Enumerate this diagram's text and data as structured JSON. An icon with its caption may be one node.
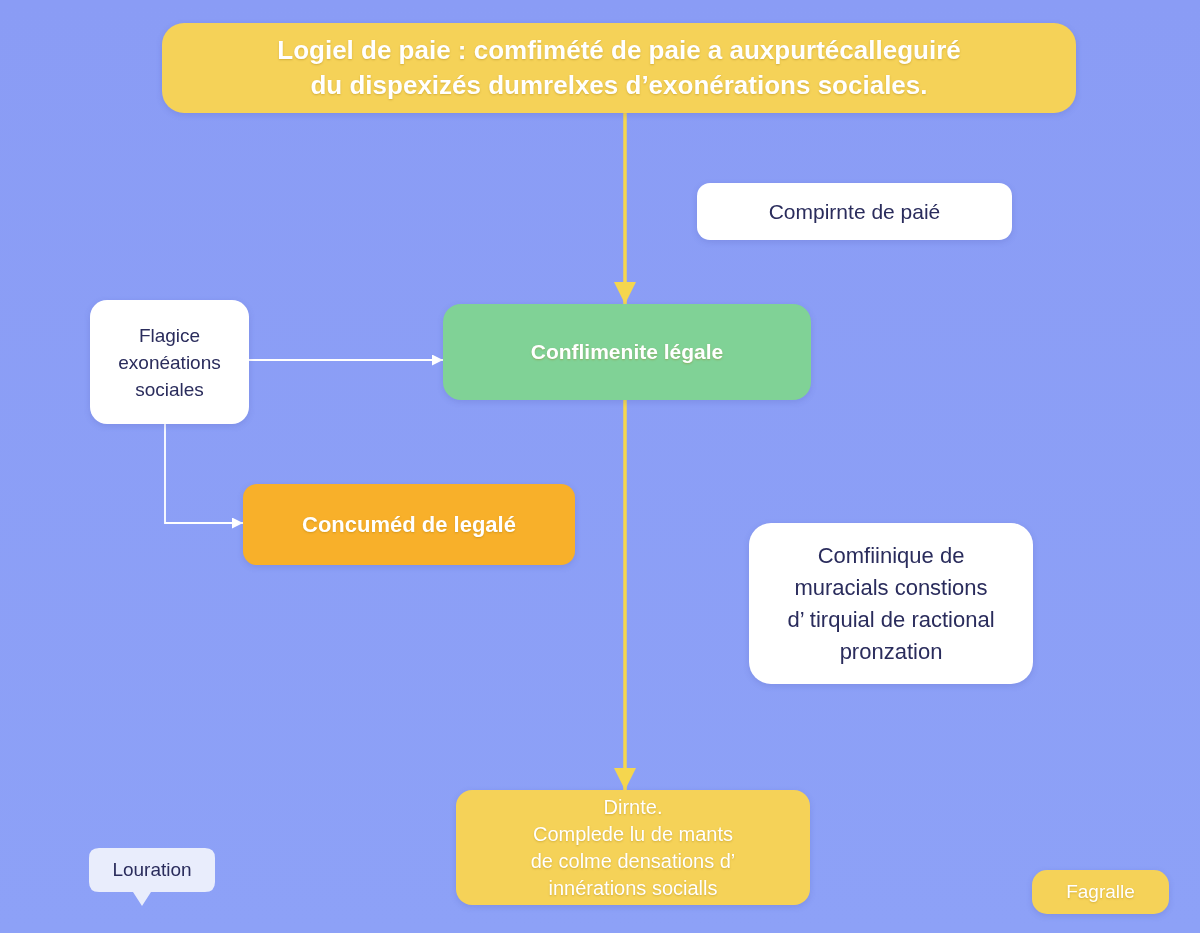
{
  "diagram": {
    "nodes": [
      {
        "text": [
          "Logiel de paie : comfimété de paie a auxpurtécalleguiré du dispexizés dumrelxes d’exonérations sociales."
        ]
      },
      {
        "text": [
          "Compirnte de paié"
        ]
      },
      {
        "text": [
          "Flagice exonéations sociales"
        ]
      },
      {
        "text": [
          "Conflimenite légale"
        ]
      },
      {
        "text": [
          "Concuméd de legalé"
        ]
      },
      {
        "text": [
          "Comfiinique de muracials constions d’ tirquial de ractional pronzation"
        ]
      },
      {
        "text": [
          "Dirnte.",
          "Complede lu de mants de colme densations d’ innérations socialls"
        ]
      },
      {
        "text": [
          "Louration"
        ]
      },
      {
        "text": [
          "Fagralle"
        ]
      }
    ],
    "edges": [
      {
        "from": 0,
        "to": 3,
        "arrow": "to"
      },
      {
        "from": 2,
        "to": 3,
        "arrow": "to",
        "color": "#ffffff"
      },
      {
        "from": 2,
        "to": 4,
        "arrow": "to",
        "color": "#ffffff"
      },
      {
        "from": 3,
        "to": 6,
        "arrow": "to"
      }
    ]
  }
}
